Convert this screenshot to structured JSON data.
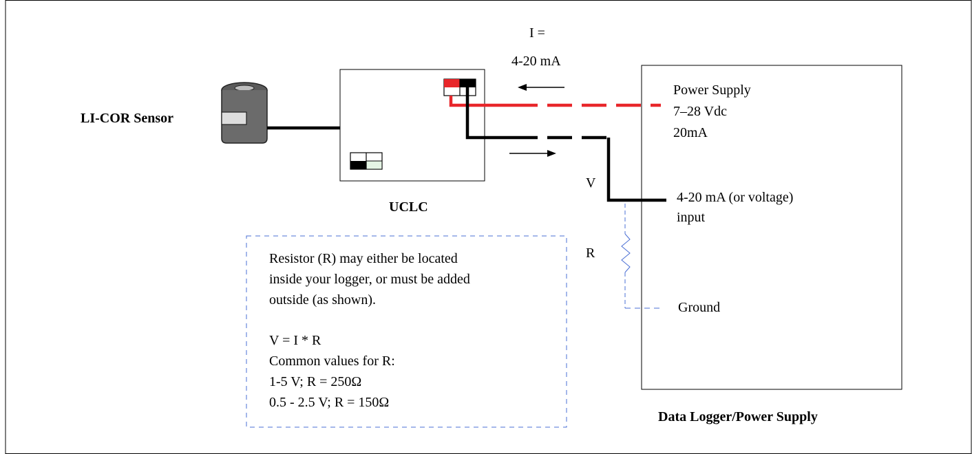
{
  "colors": {
    "wire_signal": "#000000",
    "wire_power": "#e8262a",
    "resistor_dashed": "#4a6fd4",
    "sensor_body": "#6b6b6b",
    "terminal_light": "#e4f4e4"
  },
  "labels": {
    "sensor": "LI-COR Sensor",
    "uclc": "UCLC",
    "current_line1": "I =",
    "current_line2": "4-20 mA",
    "power_supply": [
      "Power Supply",
      "7–28 Vdc",
      "20mA"
    ],
    "voltage": "V",
    "input": [
      "4-20 mA (or voltage)",
      "input"
    ],
    "resistor": "R",
    "ground": "Ground",
    "logger": "Data Logger/Power Supply"
  },
  "note": {
    "lines": [
      "Resistor (R) may either be located",
      "inside your logger, or must be added",
      "outside (as shown).",
      "",
      "V = I * R",
      "Common values for R:",
      "1-5 V;  R = 250Ω",
      "0.5 - 2.5 V;  R = 150Ω"
    ]
  }
}
